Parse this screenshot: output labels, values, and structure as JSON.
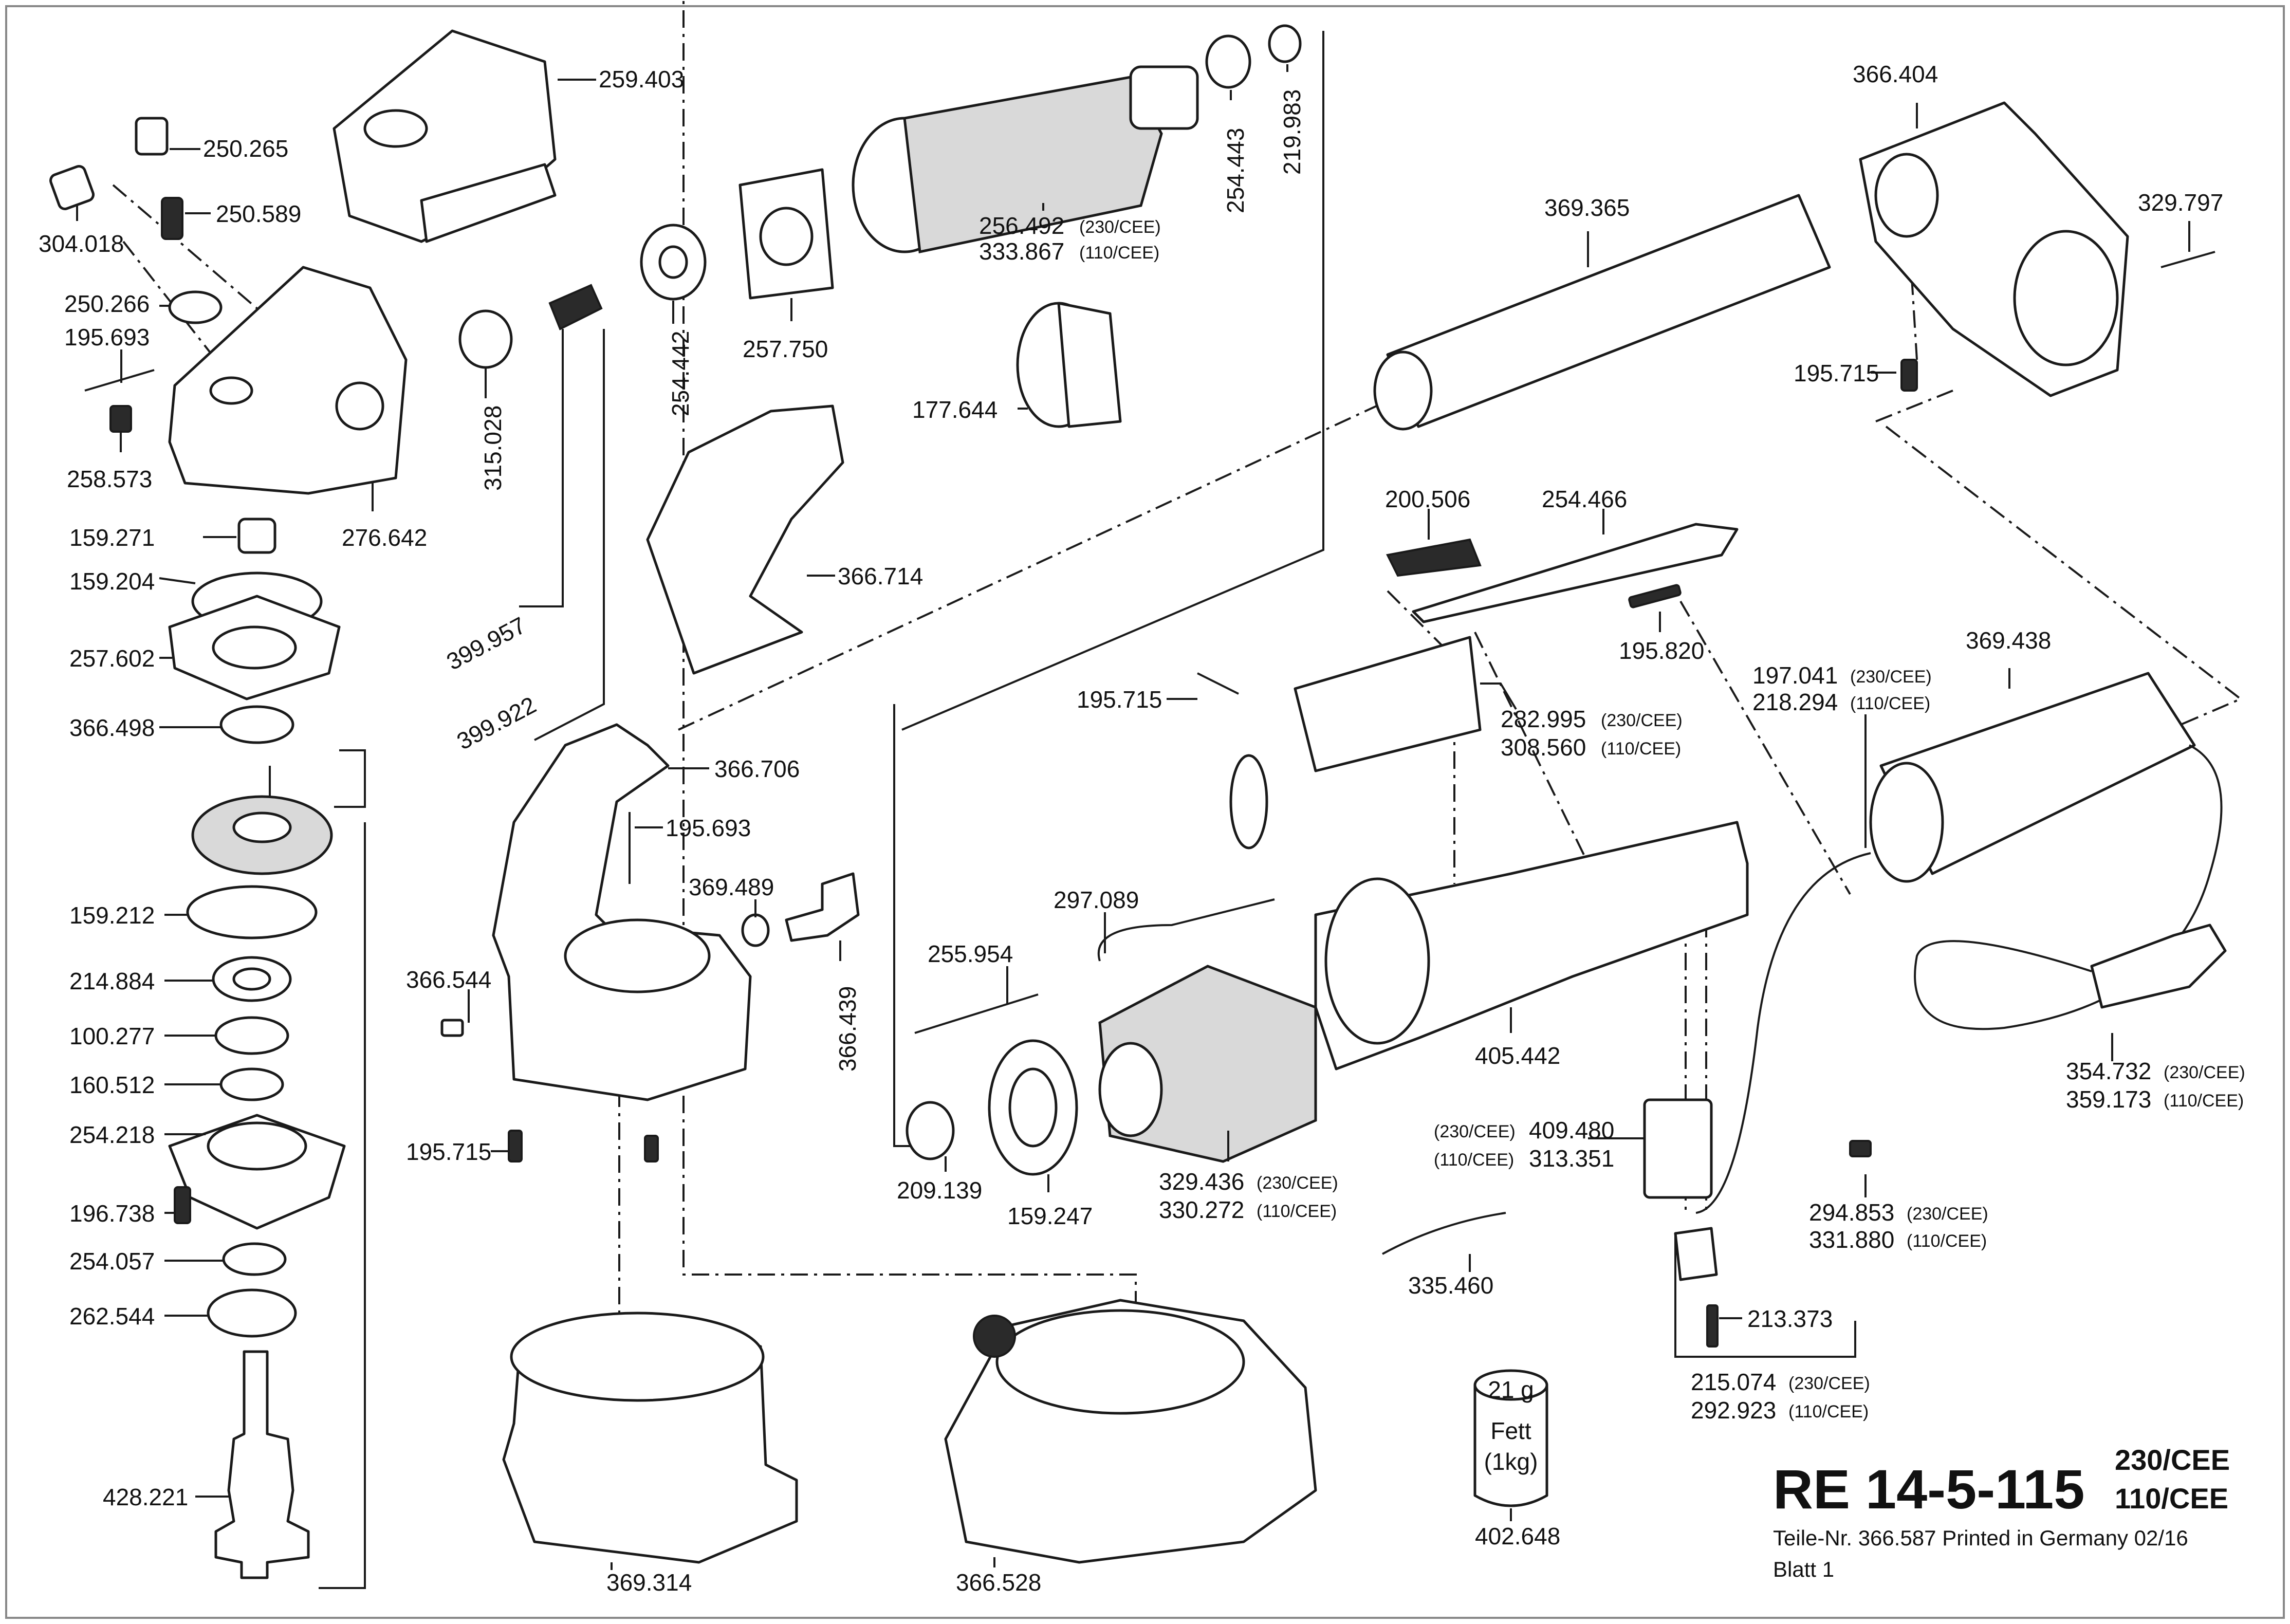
{
  "title": {
    "model": "RE 14-5-115",
    "voltage_1": "230/CEE",
    "voltage_2": "110/CEE",
    "footer_1": "Teile-Nr. 366.587 Printed in Germany 02/16",
    "footer_2": "Blatt 1"
  },
  "grease": {
    "weight": "21 g",
    "label": "Fett",
    "qty": "(1kg)"
  },
  "parts": {
    "p259403": "259.403",
    "p250265": "250.265",
    "p304018": "304.018",
    "p250589": "250.589",
    "p250266": "250.266",
    "p195693a": "195.693",
    "p258573": "258.573",
    "p276642": "276.642",
    "p315028": "315.028",
    "p254442": "254.442",
    "p257750": "257.750",
    "p256492": "256.492",
    "p333867": "333.867",
    "p254443": "254.443",
    "p219983": "219.983",
    "p177644": "177.644",
    "p369365": "369.365",
    "p366404": "366.404",
    "p329797": "329.797",
    "p195715a": "195.715",
    "p159271": "159.271",
    "p159204": "159.204",
    "p257602": "257.602",
    "p366498": "366.498",
    "p399957": "399.957",
    "p399922": "399.922",
    "p366714": "366.714",
    "p200506": "200.506",
    "p254466": "254.466",
    "p195820": "195.820",
    "p195715b": "195.715",
    "p282995": "282.995",
    "p308560": "308.560",
    "p197041": "197.041",
    "p218294": "218.294",
    "p369438": "369.438",
    "p366706": "366.706",
    "p195693b": "195.693",
    "p369489": "369.489",
    "p366439": "366.439",
    "p159212": "159.212",
    "p214884": "214.884",
    "p100277": "100.277",
    "p160512": "160.512",
    "p254218": "254.218",
    "p196738": "196.738",
    "p254057": "254.057",
    "p262544": "262.544",
    "p428221": "428.221",
    "p366544": "366.544",
    "p195715c": "195.715",
    "p297089": "297.089",
    "p255954": "255.954",
    "p209139": "209.139",
    "p159247": "159.247",
    "p329436": "329.436",
    "p330272": "330.272",
    "p405442": "405.442",
    "p409480": "409.480",
    "p313351": "313.351",
    "p294853": "294.853",
    "p331880": "331.880",
    "p354732": "354.732",
    "p359173": "359.173",
    "p335460": "335.460",
    "p213373": "213.373",
    "p215074": "215.074",
    "p292923": "292.923",
    "p402648": "402.648",
    "p369314": "369.314",
    "p366528": "366.528"
  },
  "variants": {
    "v230": "(230/CEE)",
    "v110": "(110/CEE)"
  }
}
